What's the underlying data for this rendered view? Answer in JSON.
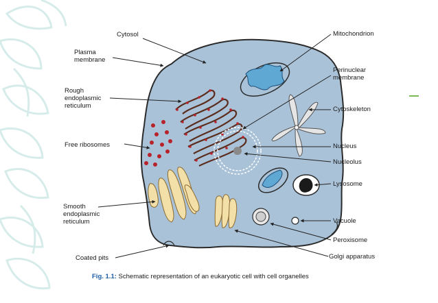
{
  "figure": {
    "labels": {
      "cytosol": "Cytosol",
      "plasma_membrane": "Plasma\nmembrane",
      "rough_er": "Rough\nendoplasmic\nreticulum",
      "free_ribosomes": "Free ribosomes",
      "smooth_er": "Smooth\nendoplasmic\nreticulum",
      "coated_pits": "Coated pits",
      "mitochondrion": "Mitochondrion",
      "perinuclear_membrane": "Perinuclear\nmembrane",
      "cytoskeleton": "Cytoskeleton",
      "nucleus": "Nucleus",
      "nucleolus": "Nucleolus",
      "lysosome": "Lysosome",
      "vacuole": "Vacuole",
      "peroxisome": "Peroxisome",
      "golgi_apparatus": "Golgi apparatus"
    },
    "caption_number": "Fig. 1.1:",
    "caption_text": " Schematic representation of an eukaryotic cell with cell organelles"
  },
  "colors": {
    "cytoplasm": "#a9c2d8",
    "membrane": "#2b2b2b",
    "mitochondrion_fill": "#5fa8d3",
    "ribosome": "#b8222a",
    "organelle_cream": "#f3dfa8",
    "caption_accent": "#1f5fa8",
    "leaf_decoration": "#d6ecea",
    "accent_line": "#7dbb5a"
  }
}
